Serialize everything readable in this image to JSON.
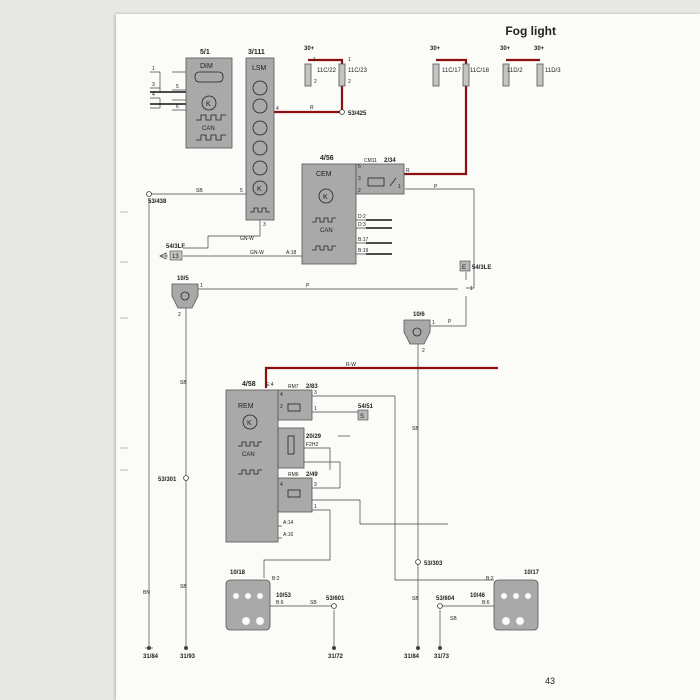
{
  "page": {
    "title": "Fog light",
    "page_number": "43"
  },
  "modules": {
    "dim": {
      "ref": "5/1",
      "name": "DIM",
      "can": "CAN"
    },
    "lsm": {
      "ref": "3/111",
      "name": "LSM"
    },
    "cem": {
      "ref": "4/56",
      "name": "CEM",
      "can": "CAN",
      "relay_ref": "2/34",
      "relay_code": "CM11"
    },
    "rem": {
      "ref": "4/58",
      "name": "REM",
      "can": "CAN",
      "relay1_ref": "2/83",
      "relay1_code": "RM7",
      "fuse_ref": "20/29",
      "fuse_code": "F2H2",
      "relay2_ref": "2/49",
      "relay2_code": "RM6"
    }
  },
  "fuses": {
    "f1": {
      "ref": "11C/22",
      "supply": "30+"
    },
    "f2": {
      "ref": "11C/23"
    },
    "f3": {
      "ref": "11C/17",
      "supply": "30+"
    },
    "f4": {
      "ref": "11C/18"
    },
    "f5": {
      "ref": "11D/2",
      "supply": "30+"
    },
    "f6": {
      "ref": "11D/3"
    }
  },
  "components": {
    "c_10_5": "10/5",
    "c_10_6": "10/6",
    "c_10_18": "10/18",
    "c_10_53": "10/53",
    "c_10_17": "10/17",
    "c_10_46": "10/46",
    "c_54_3lf": "54/3LF",
    "c_54_3le": "54/3LE",
    "c_54_51": "54/51",
    "box_13": "13",
    "box_e": "E",
    "box_s": "S"
  },
  "splices": {
    "s_53_425": "53/425",
    "s_53_438": "53/438",
    "s_53_301": "53/301",
    "s_53_303": "53/303",
    "s_53_601": "53/601",
    "s_53_604": "53/604"
  },
  "grounds": {
    "g_31_84a": "31/84",
    "g_31_93": "31/93",
    "g_31_72": "31/72",
    "g_31_84b": "31/84",
    "g_31_73": "31/73"
  },
  "wire_colors": {
    "r_lsm": "R",
    "r_cem": "R",
    "p_cem": "P",
    "sb_dim": "SB",
    "gn_w": "GN-W",
    "gn_w2": "GN-W",
    "p_long": "P",
    "p_10_6": "P",
    "r_w": "R-W",
    "sb_left": "SB",
    "sb_mid": "SB",
    "sb_right": "SB",
    "sb_right2": "SB",
    "sb_601": "SB",
    "sb_604": "SB",
    "bn_left": "BN"
  },
  "pin_labels": {
    "cem_a18": "A:18",
    "cem_d2": "D:2",
    "cem_d3": "D:3",
    "cem_b17": "B:17",
    "cem_b19": "B:19",
    "rem_e4": "E:4",
    "rem_a14": "A:14",
    "rem_a16": "A:16",
    "lamp_b2": "B:2",
    "lamp_b6": "B:6",
    "lamp_b2r": "B:2",
    "lamp_b6r": "B:6"
  }
}
